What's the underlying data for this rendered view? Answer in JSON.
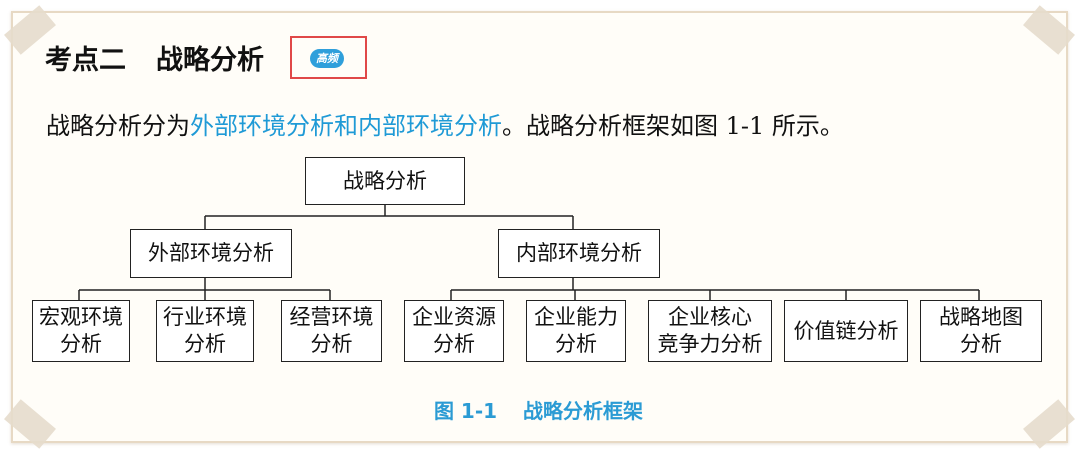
{
  "heading": {
    "number": "考点二",
    "title": "战略分析",
    "badge": "高频"
  },
  "intro": {
    "before": "战略分析分为",
    "highlight": "外部环境分析和内部环境分析",
    "after": "。战略分析框架如图 1-1 所示。"
  },
  "diagram": {
    "root": "战略分析",
    "external": {
      "label": "外部环境分析",
      "children": [
        {
          "line1": "宏观环境",
          "line2": "分析"
        },
        {
          "line1": "行业环境",
          "line2": "分析"
        },
        {
          "line1": "经营环境",
          "line2": "分析"
        }
      ]
    },
    "internal": {
      "label": "内部环境分析",
      "children": [
        {
          "line1": "企业资源",
          "line2": "分析"
        },
        {
          "line1": "企业能力",
          "line2": "分析"
        },
        {
          "line1": "企业核心",
          "line2": "竞争力分析"
        },
        {
          "line1": "价值链分析",
          "line2": ""
        },
        {
          "line1": "战略地图",
          "line2": "分析"
        }
      ]
    }
  },
  "caption": {
    "number": "图 1-1",
    "title": "战略分析框架"
  },
  "colors": {
    "highlight": "#1f9ad6",
    "badge_border": "#e04848",
    "caption": "#2b9bd4"
  }
}
